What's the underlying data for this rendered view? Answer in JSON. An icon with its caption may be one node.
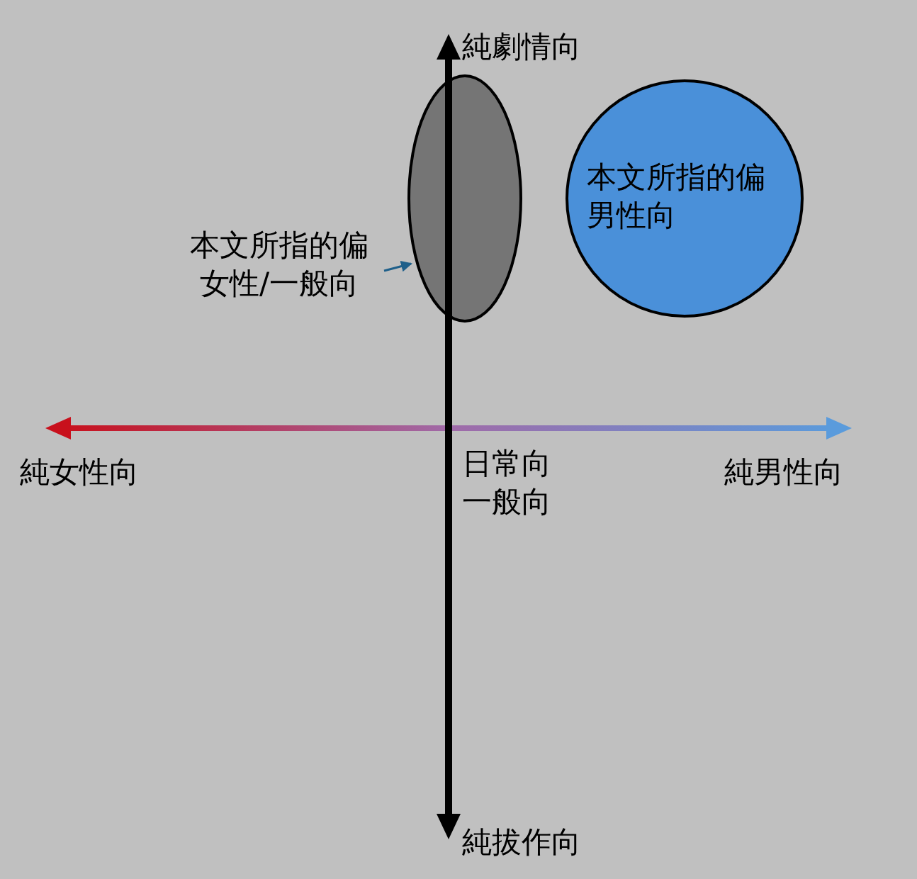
{
  "diagram": {
    "nodes": [
      {
        "text": [],
        "shape": "ellipse"
      },
      {
        "text": [
          "本文所指的偏男性向"
        ]
      },
      {
        "text": [
          "本文所指的偏女性/一般向"
        ]
      }
    ],
    "edges": [
      {
        "from": 2,
        "to": 0,
        "arrow": "to"
      }
    ],
    "labels": [
      "純劇情向",
      "純女性向",
      "日常向一般向",
      "純男性向",
      "純拔作向"
    ]
  }
}
